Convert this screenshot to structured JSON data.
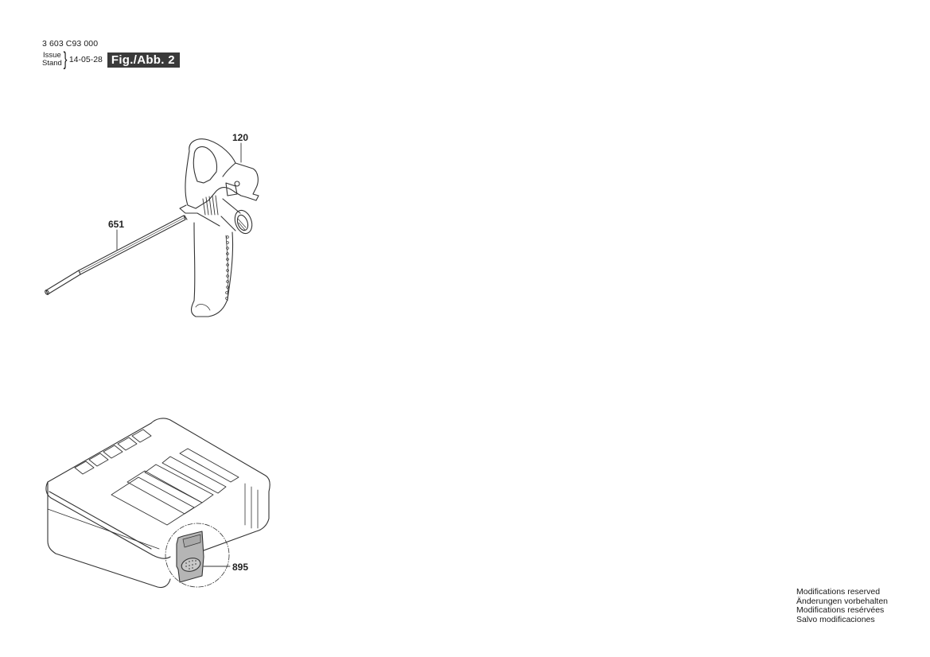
{
  "header": {
    "part_number": "3 603 C93 000",
    "issue_label": "Issue",
    "stand_label": "Stand",
    "issue_date": "14-05-28",
    "figure_label": "Fig./Abb. 2"
  },
  "callouts": {
    "handle": "120",
    "depth_stop": "651",
    "case_clip": "895"
  },
  "footer": {
    "lines": [
      "Modifications reserved",
      "Änderungen vorbehalten",
      "Modifications resérvées",
      "Salvo modificaciones"
    ]
  },
  "colors": {
    "line": "#333333",
    "badge_bg": "#3a3a3a",
    "clip_fill": "#b5b5b5"
  }
}
